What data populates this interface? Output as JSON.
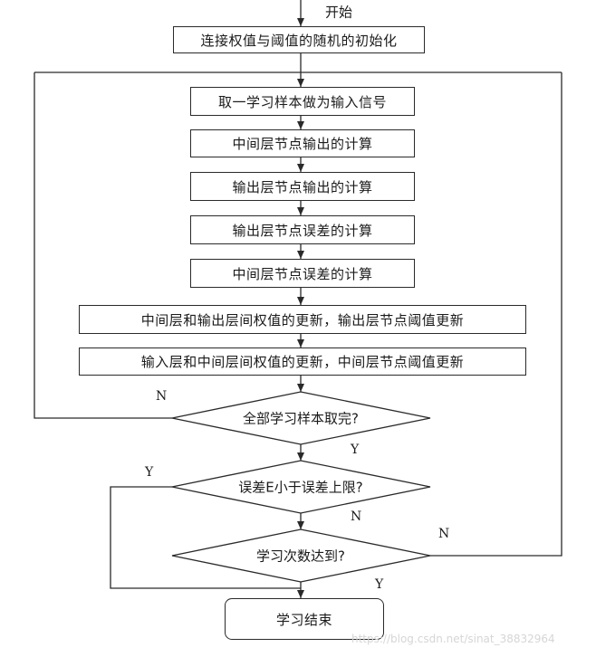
{
  "start_label": "开始",
  "steps": {
    "init": "连接权值与阈值的随机的初始化",
    "take_sample": "取一学习样本做为输入信号",
    "hidden_output": "中间层节点输出的计算",
    "output_output": "输出层节点输出的计算",
    "output_error": "输出层节点误差的计算",
    "hidden_error": "中间层节点误差的计算",
    "update_hidden_output": "中间层和输出层间权值的更新，输出层节点阈值更新",
    "update_input_hidden": "输入层和中间层间权值的更新，中间层节点阈值更新"
  },
  "decisions": {
    "all_samples": "全部学习样本取完?",
    "error_check": "误差E小于误差上限?",
    "iterations": "学习次数达到?"
  },
  "branch_labels": {
    "all_samples_no": "N",
    "all_samples_yes": "Y",
    "error_yes": "Y",
    "error_no": "N",
    "iter_no": "N",
    "iter_yes": "Y"
  },
  "end_label": "学习结束",
  "watermark": "https://blog.csdn.net/sinat_38832964"
}
